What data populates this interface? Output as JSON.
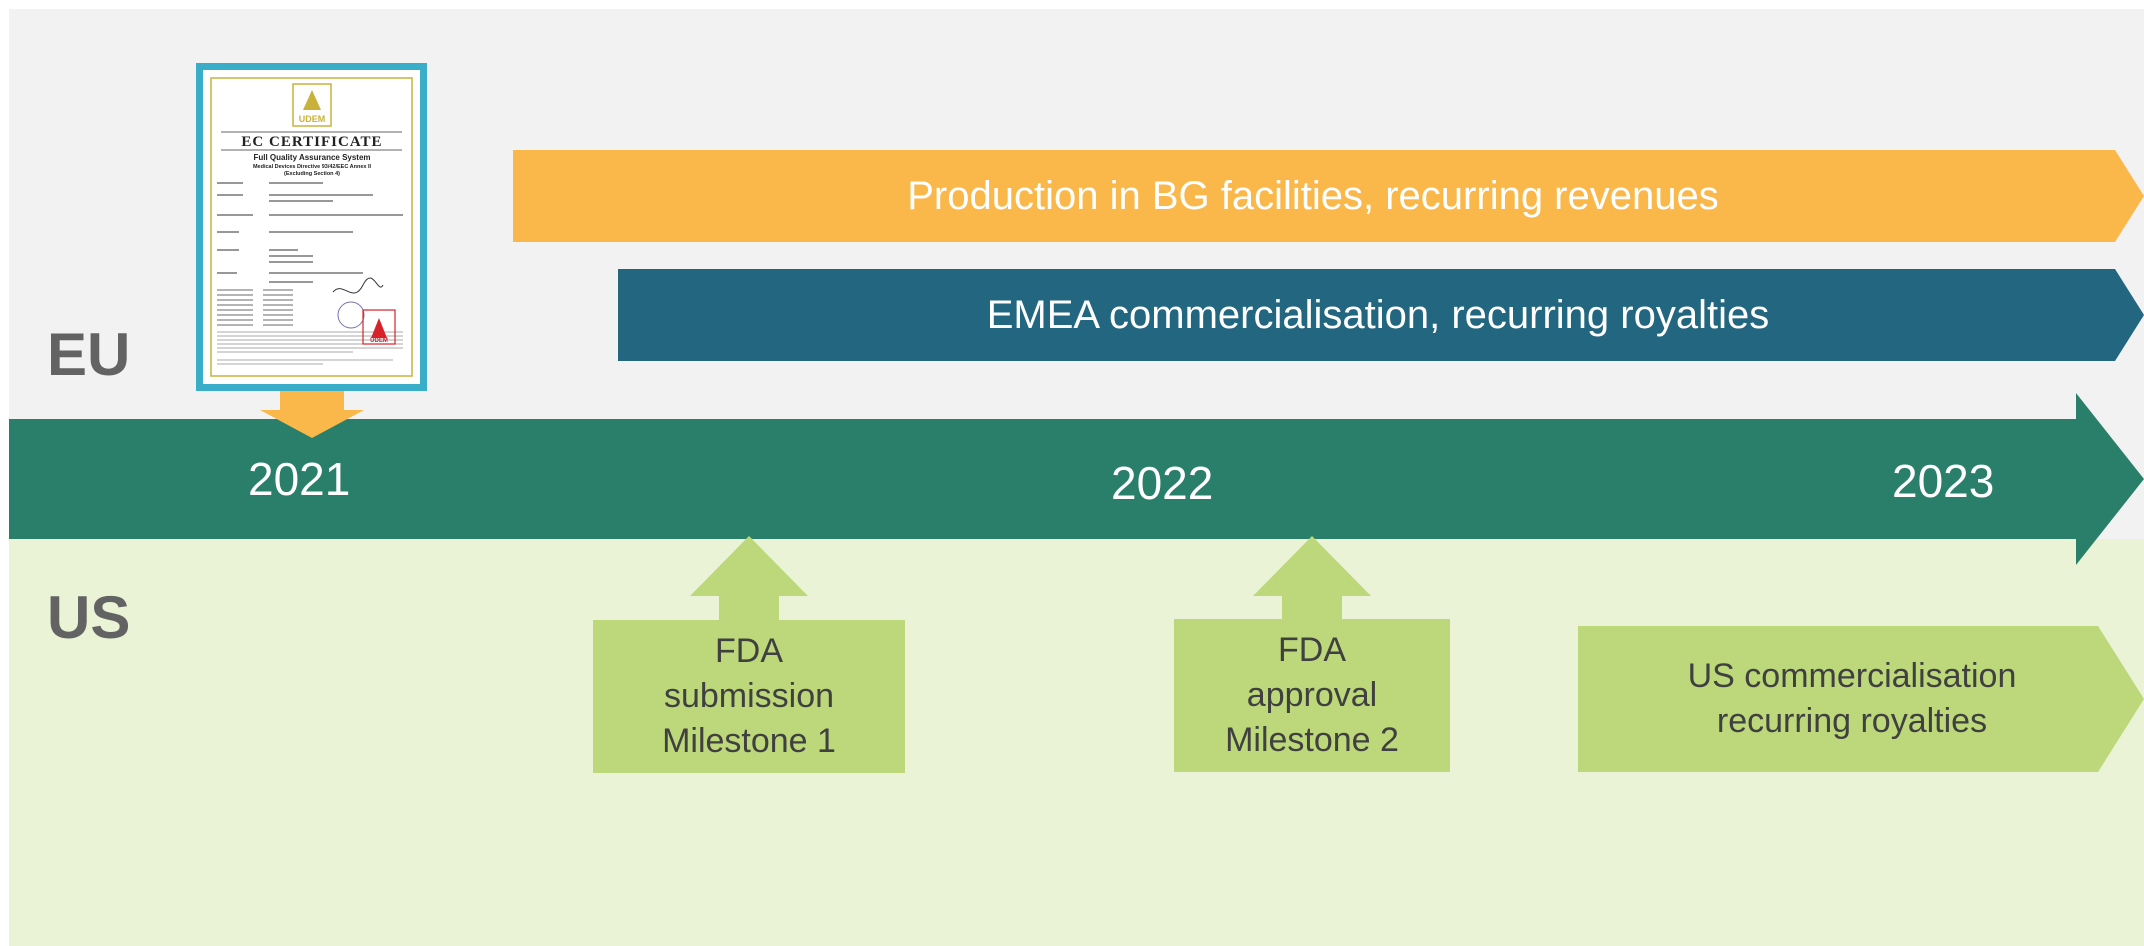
{
  "regions": {
    "eu": "EU",
    "us": "US"
  },
  "bars": {
    "production": "Production in BG facilities, recurring revenues",
    "emea": "EMEA commercialisation, recurring royalties"
  },
  "timeline": {
    "years": [
      "2021",
      "2022",
      "2023"
    ]
  },
  "milestones": {
    "fda_submission": [
      "FDA",
      "submission",
      "Milestone 1"
    ],
    "fda_approval": [
      "FDA",
      "approval",
      "Milestone 2"
    ]
  },
  "us_commercial": [
    "US commercialisation",
    "recurring royalties"
  ],
  "certificate": {
    "brand": "UDEM",
    "heading": "EC CERTIFICATE",
    "subtitle": "Full Quality Assurance System",
    "directive": "Medical Devices Directive 93/42/EEC Annex II",
    "excluding": "(Excluding Section 4)"
  },
  "colors": {
    "eu_band": "#f2f2f2",
    "us_band": "#ebf3d7",
    "orange": "#fbb84a",
    "teal_blue": "#22667f",
    "timeline_green": "#2a7f6a",
    "light_green": "#bcd87a",
    "cert_frame": "#3aadc9"
  }
}
